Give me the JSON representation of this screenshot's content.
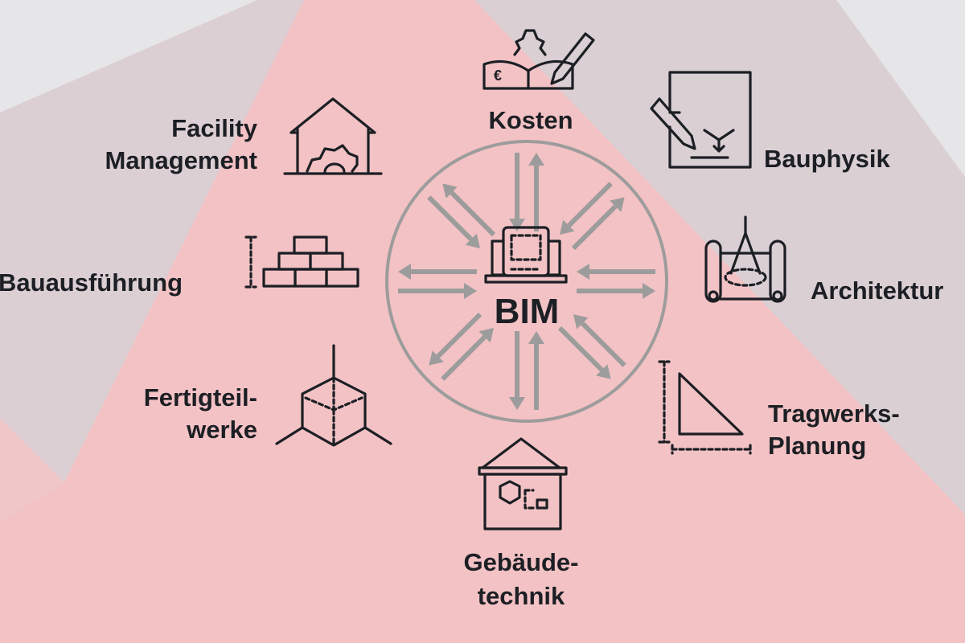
{
  "center": {
    "label": "BIM"
  },
  "nodes": {
    "kosten": {
      "lines": [
        "Kosten"
      ],
      "icon": "book-gear-pencil-euro-icon"
    },
    "bauphysik": {
      "lines": [
        "Bauphysik"
      ],
      "icon": "tablet-pencil-icon"
    },
    "architektur": {
      "lines": [
        "Architektur"
      ],
      "icon": "blueprint-compass-icon"
    },
    "tragwerk": {
      "lines": [
        "Tragwerks-",
        "Planung"
      ],
      "icon": "set-square-triangle-icon"
    },
    "gebaeude": {
      "lines": [
        "Gebäude-",
        "technik"
      ],
      "icon": "house-systems-icon"
    },
    "fertigteil": {
      "lines": [
        "Fertigteil-",
        "werke"
      ],
      "icon": "cube-icon"
    },
    "bauaus": {
      "lines": [
        "Bauausführung"
      ],
      "icon": "brick-wall-icon"
    },
    "facility": {
      "lines": [
        "Facility",
        "Management"
      ],
      "icon": "house-gear-icon"
    }
  },
  "colors": {
    "pink": "#f3c2c5",
    "gray_pink": "#dcd0d3",
    "light_gray": "#e6e6e8",
    "arrow": "#9d9c9c",
    "ink": "#1c1f24"
  }
}
